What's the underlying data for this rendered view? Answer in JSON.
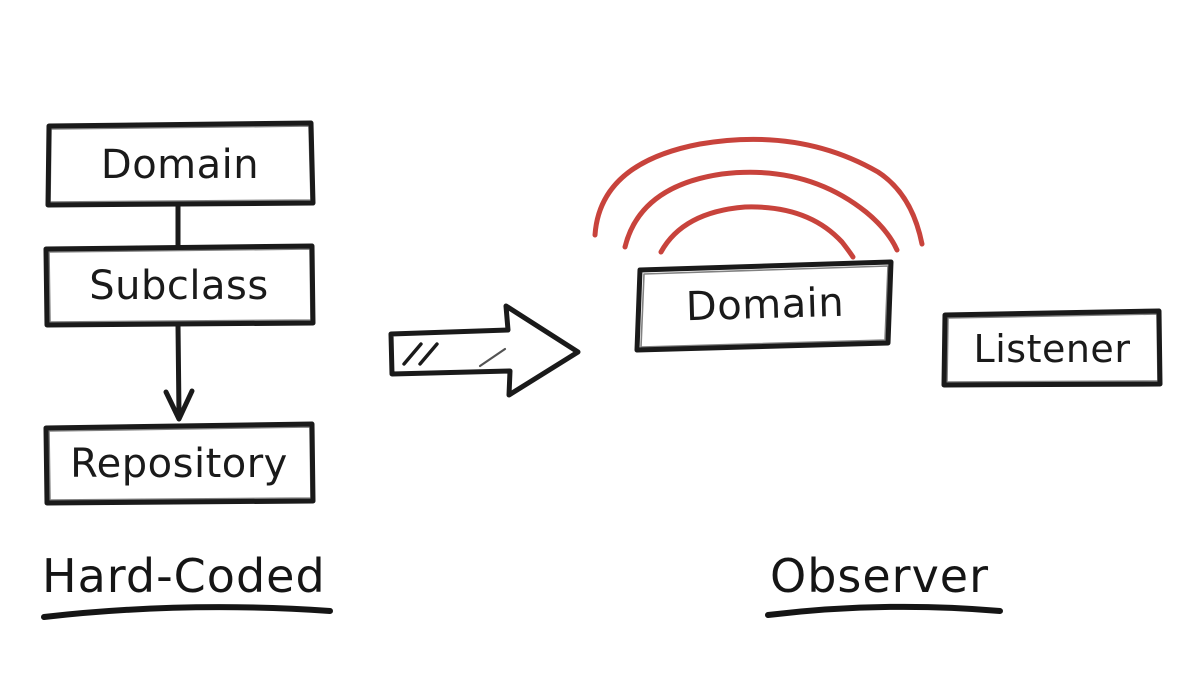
{
  "diagram": {
    "title_left": "Hard-Coded",
    "title_right": "Observer",
    "colors": {
      "ink": "#1a1a1a",
      "accent_red": "#c8433c",
      "background": "#ffffff"
    },
    "left_panel": {
      "caption": "Hard-Coded",
      "nodes": [
        {
          "label": "Domain"
        },
        {
          "label": "Subclass"
        },
        {
          "label": "Repository"
        }
      ],
      "connectors": [
        {
          "from": "Domain",
          "to": "Subclass",
          "style": "plain-line"
        },
        {
          "from": "Subclass",
          "to": "Repository",
          "style": "arrow-down"
        }
      ]
    },
    "transition": {
      "icon": "block-arrow-right",
      "direction": "right"
    },
    "right_panel": {
      "caption": "Observer",
      "nodes": [
        {
          "label": "Domain"
        },
        {
          "label": "Listener"
        }
      ],
      "signal": {
        "icon": "broadcast-waves",
        "arc_count": 3,
        "color": "#c8433c"
      }
    }
  }
}
